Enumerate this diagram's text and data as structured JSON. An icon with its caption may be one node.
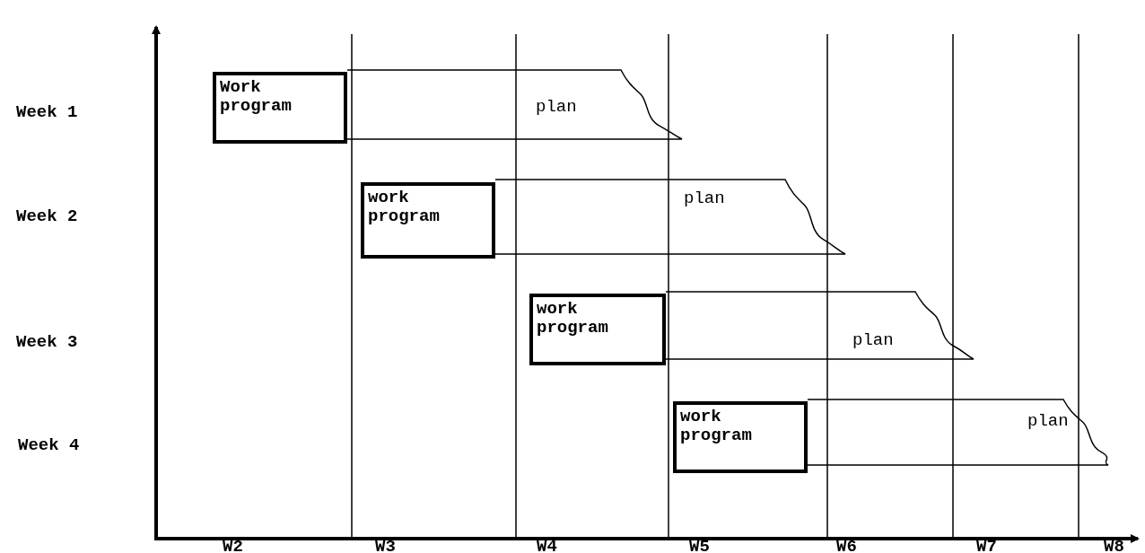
{
  "diagram": {
    "nodes": [
      {
        "text": [
          "Work program"
        ]
      },
      {
        "text": [
          "plan"
        ]
      },
      {
        "text": [
          "work program"
        ]
      },
      {
        "text": [
          "plan"
        ]
      },
      {
        "text": [
          "work program"
        ]
      },
      {
        "text": [
          "plan"
        ]
      },
      {
        "text": [
          "work program"
        ]
      },
      {
        "text": [
          "plan"
        ]
      }
    ],
    "edges": [],
    "labels": [
      "Week 1",
      "Week 2",
      "Week 3",
      "Week 4",
      "W2",
      "W3",
      "W4",
      "W5",
      "W6",
      "W7",
      "W8"
    ]
  }
}
